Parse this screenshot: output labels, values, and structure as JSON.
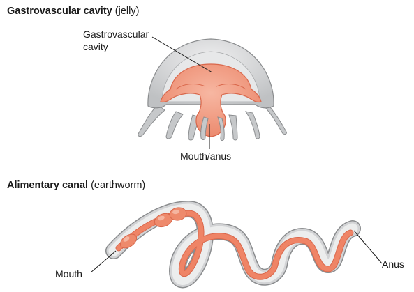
{
  "panels": [
    {
      "title_bold": "Gastrovascular cavity",
      "title_rest": " (jelly)",
      "labels": {
        "cavity_line1": "Gastrovascular",
        "cavity_line2": "cavity",
        "mouth_anus": "Mouth/anus"
      }
    },
    {
      "title_bold": "Alimentary canal",
      "title_rest": " (earthworm)",
      "labels": {
        "mouth": "Mouth",
        "anus": "Anus"
      }
    }
  ],
  "colors": {
    "body_gray": "#c9cbcd",
    "body_outline": "#8a8c8e",
    "inner_gray": "#e4e5e6",
    "cavity": "#f09a82",
    "cavity_outline": "#d9674b",
    "gut": "#ee7d5f",
    "gut_light": "#f7b9a6"
  }
}
